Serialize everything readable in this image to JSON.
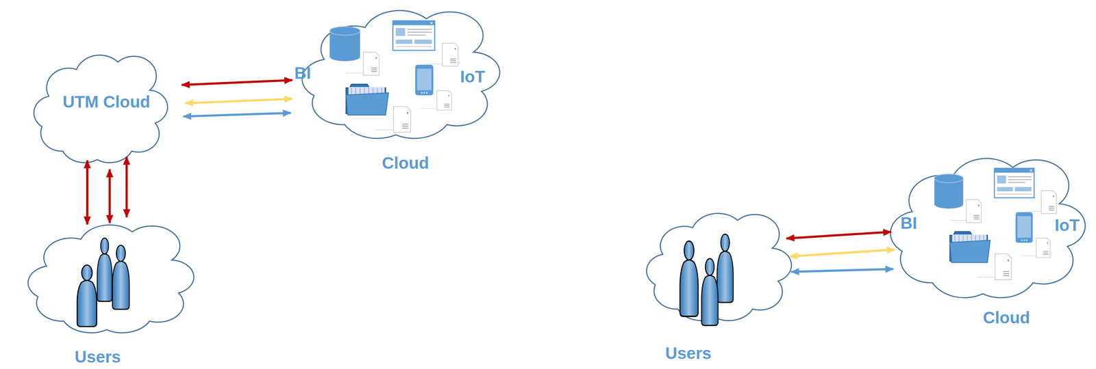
{
  "diagram": {
    "nodes": [
      {
        "text": [
          "UTM Cloud"
        ]
      },
      {
        "text": [
          "BI",
          "IoT",
          "Cloud"
        ]
      },
      {
        "text": [
          "Users"
        ]
      },
      {
        "text": [
          "Users"
        ]
      },
      {
        "text": [
          "BI",
          "IoT",
          "Cloud"
        ]
      }
    ],
    "edges": [
      {
        "from": 0,
        "to": 1,
        "arrow": "both"
      },
      {
        "from": 0,
        "to": 1,
        "arrow": "both"
      },
      {
        "from": 0,
        "to": 1,
        "arrow": "both"
      },
      {
        "from": 0,
        "to": 2,
        "arrow": "both"
      },
      {
        "from": 0,
        "to": 2,
        "arrow": "both"
      },
      {
        "from": 0,
        "to": 2,
        "arrow": "both"
      },
      {
        "from": 3,
        "to": 4,
        "arrow": "both"
      },
      {
        "from": 3,
        "to": 4,
        "arrow": "both"
      },
      {
        "from": 3,
        "to": 4,
        "arrow": "both"
      }
    ]
  }
}
